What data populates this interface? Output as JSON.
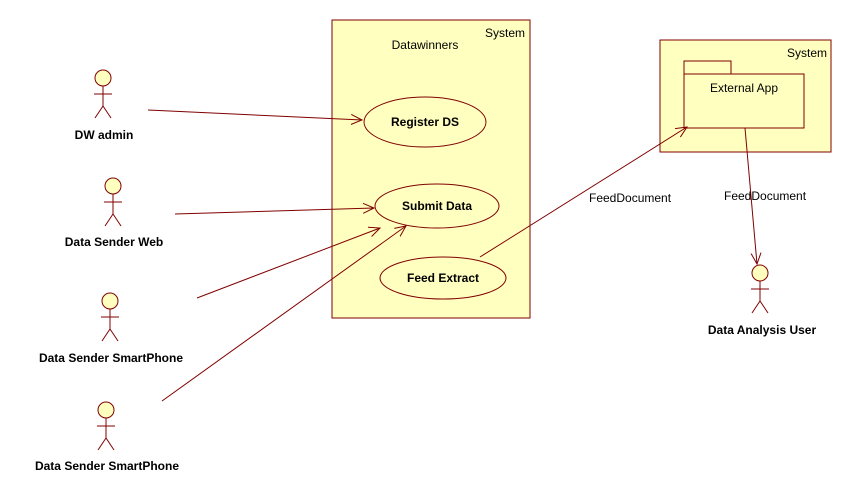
{
  "colors": {
    "stroke": "#800000",
    "box_fill": "#ffffc0",
    "actor_fill": "#ffffc0",
    "text": "#000000"
  },
  "system_boxes": [
    {
      "label": "System",
      "title": "Datawinners"
    },
    {
      "label": "System",
      "package": "External App"
    }
  ],
  "use_cases": [
    {
      "label": "Register DS"
    },
    {
      "label": "Submit Data"
    },
    {
      "label": "Feed Extract"
    }
  ],
  "actors": [
    {
      "label": "DW admin"
    },
    {
      "label": "Data Sender Web"
    },
    {
      "label": "Data Sender SmartPhone"
    },
    {
      "label": "Data Sender SmartPhone"
    },
    {
      "label": "Data Analysis User"
    }
  ],
  "edge_labels": [
    {
      "label": "FeedDocument"
    },
    {
      "label": "FeedDocument"
    }
  ]
}
